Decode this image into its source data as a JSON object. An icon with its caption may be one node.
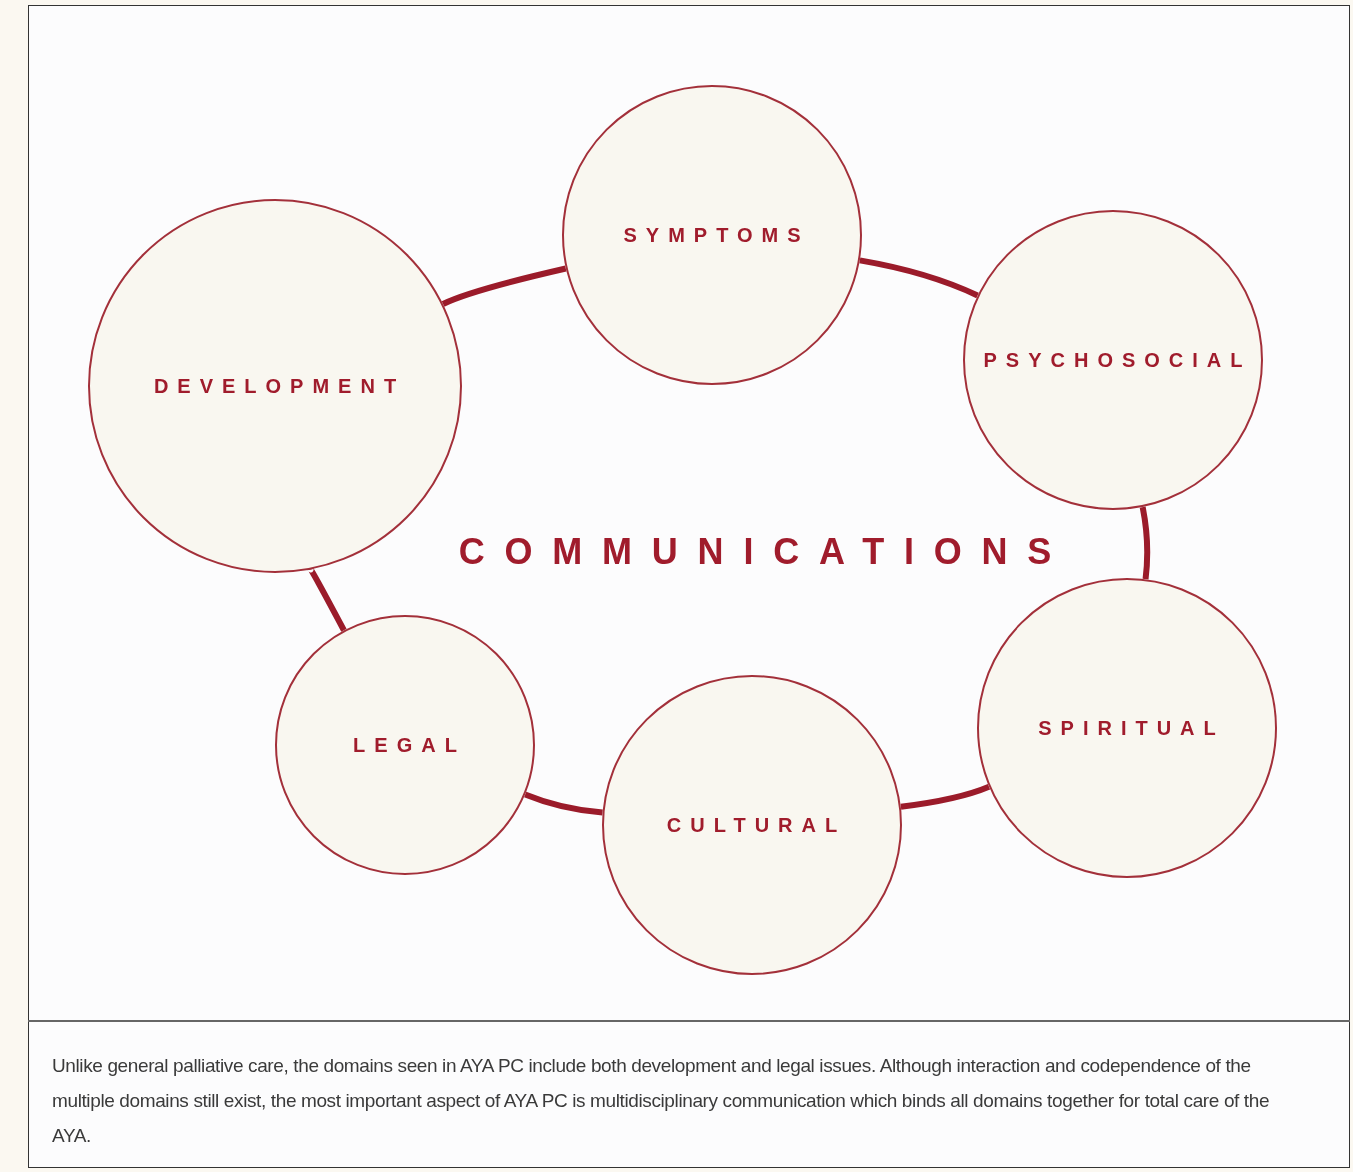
{
  "diagram": {
    "nodes": [
      {
        "text": [
          "SYMPTOMS"
        ]
      },
      {
        "text": [
          "PSYCHOSOCIAL"
        ]
      },
      {
        "text": [
          "DEVELOPMENT"
        ]
      },
      {
        "text": [
          "SPIRITUAL"
        ]
      },
      {
        "text": [
          "LEGAL"
        ]
      },
      {
        "text": [
          "CULTURAL"
        ]
      }
    ],
    "edges": [
      {
        "from": 2,
        "to": 0,
        "arrow": "none"
      },
      {
        "from": 0,
        "to": 1,
        "arrow": "none"
      },
      {
        "from": 1,
        "to": 3,
        "arrow": "none"
      },
      {
        "from": 3,
        "to": 5,
        "arrow": "none"
      },
      {
        "from": 5,
        "to": 4,
        "arrow": "none"
      },
      {
        "from": 4,
        "to": 2,
        "arrow": "none"
      }
    ],
    "labels": [
      "COMMUNICATIONS"
    ],
    "caption": "Unlike general palliative care, the domains seen in AYA PC include both development and legal issues. Although interaction and codependence of the multiple domains still exist, the most important aspect of AYA PC is multidisciplinary communication which binds all domains together for total care of the AYA."
  }
}
